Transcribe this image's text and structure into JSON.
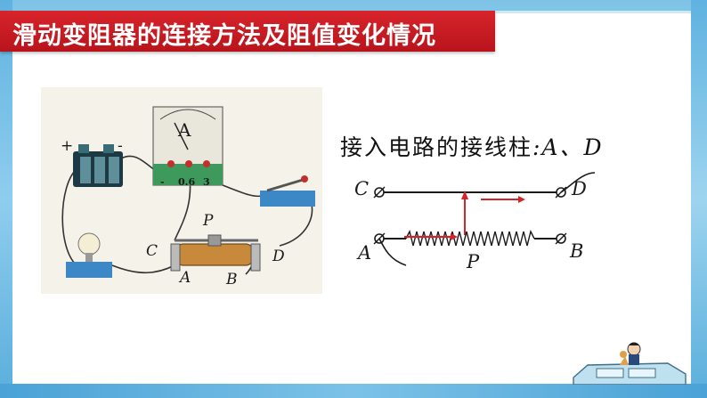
{
  "title": "滑动变阻器的连接方法及阻值变化情况",
  "photo": {
    "ammeter_letter": "A",
    "ammeter_scale": [
      "-",
      "0.6",
      "3"
    ],
    "battery_plus": "+",
    "battery_minus": "-",
    "labels": {
      "p": "P",
      "c": "C",
      "d": "D",
      "a": "A",
      "b": "B"
    }
  },
  "connection_text": "接入电路的接线柱",
  "connection_terminals": ":A、D",
  "diagram": {
    "labels": {
      "c": "C",
      "d": "D",
      "a": "A",
      "b": "B",
      "p": "P"
    },
    "colors": {
      "wire": "#1a1a1a",
      "arrow": "#d0252b"
    }
  }
}
